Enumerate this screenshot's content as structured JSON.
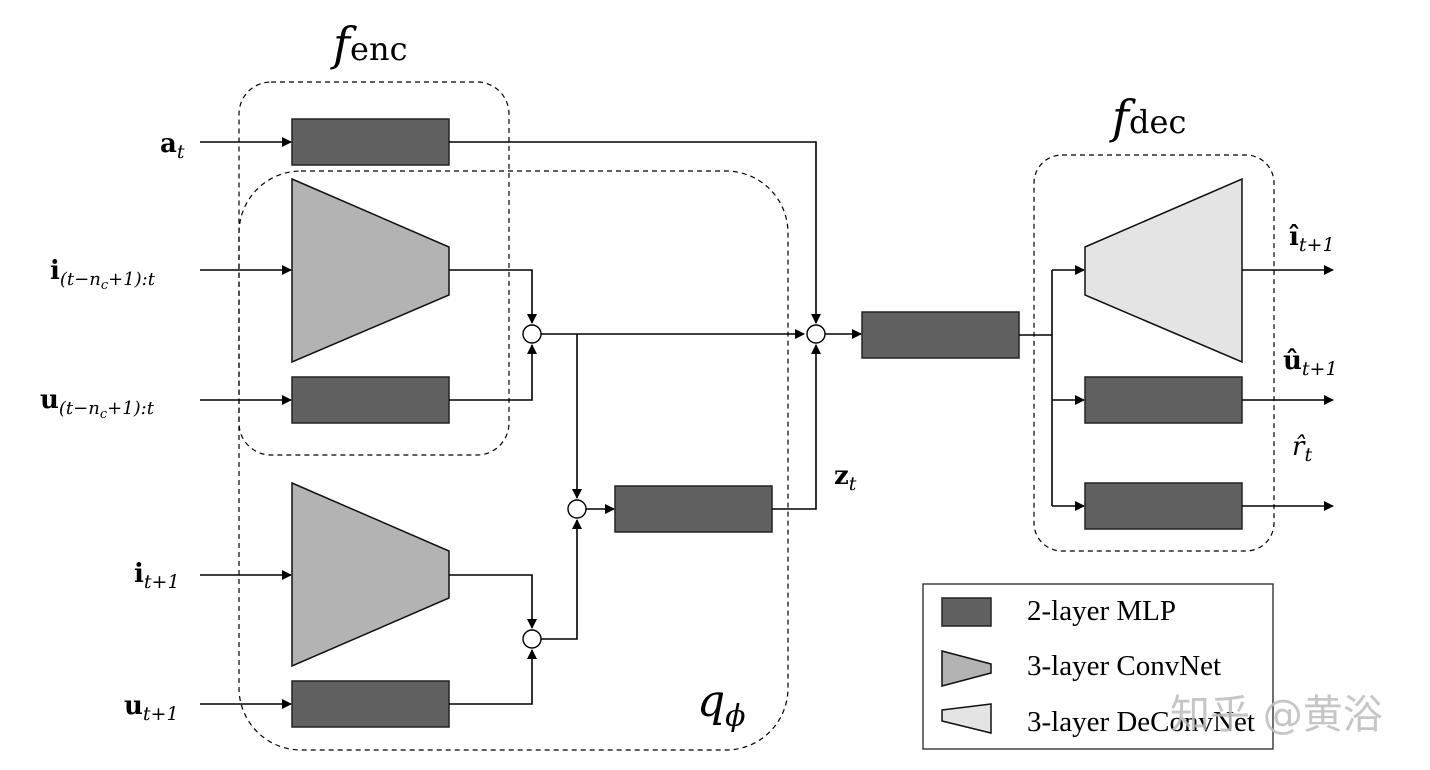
{
  "title": "World model encoder / posterior / decoder architecture",
  "groups": {
    "encoder": {
      "label_main": "f",
      "label_sub": "enc"
    },
    "posterior": {
      "label_main": "q",
      "label_sub": "ϕ"
    },
    "decoder": {
      "label_main": "f",
      "label_sub": "dec"
    }
  },
  "inputs": [
    {
      "id": "a_t",
      "main": "a",
      "sub": "t"
    },
    {
      "id": "i_hist",
      "main": "i",
      "sub": "(t−n",
      "sub2": "c",
      "sub3": "+1):t"
    },
    {
      "id": "u_hist",
      "main": "u",
      "sub": "(t−n",
      "sub2": "c",
      "sub3": "+1):t"
    },
    {
      "id": "i_next",
      "main": "i",
      "sub": "t+1"
    },
    {
      "id": "u_next",
      "main": "u",
      "sub": "t+1"
    }
  ],
  "latent": {
    "main": "z",
    "sub": "t"
  },
  "outputs": [
    {
      "id": "i_hat",
      "main": "î",
      "sub": "t+1"
    },
    {
      "id": "u_hat",
      "main": "û",
      "sub": "t+1"
    },
    {
      "id": "r_hat",
      "main": "r̂",
      "sub": "t"
    }
  ],
  "legend": [
    {
      "shape": "mlp",
      "label": "2-layer MLP"
    },
    {
      "shape": "conv",
      "label": "3-layer ConvNet"
    },
    {
      "shape": "deconv",
      "label": "3-layer DeConvNet"
    }
  ],
  "colors": {
    "mlp": "#616161",
    "conv": "#b3b3b3",
    "deconv": "#e4e4e4"
  },
  "watermark": "知乎 @黄浴"
}
